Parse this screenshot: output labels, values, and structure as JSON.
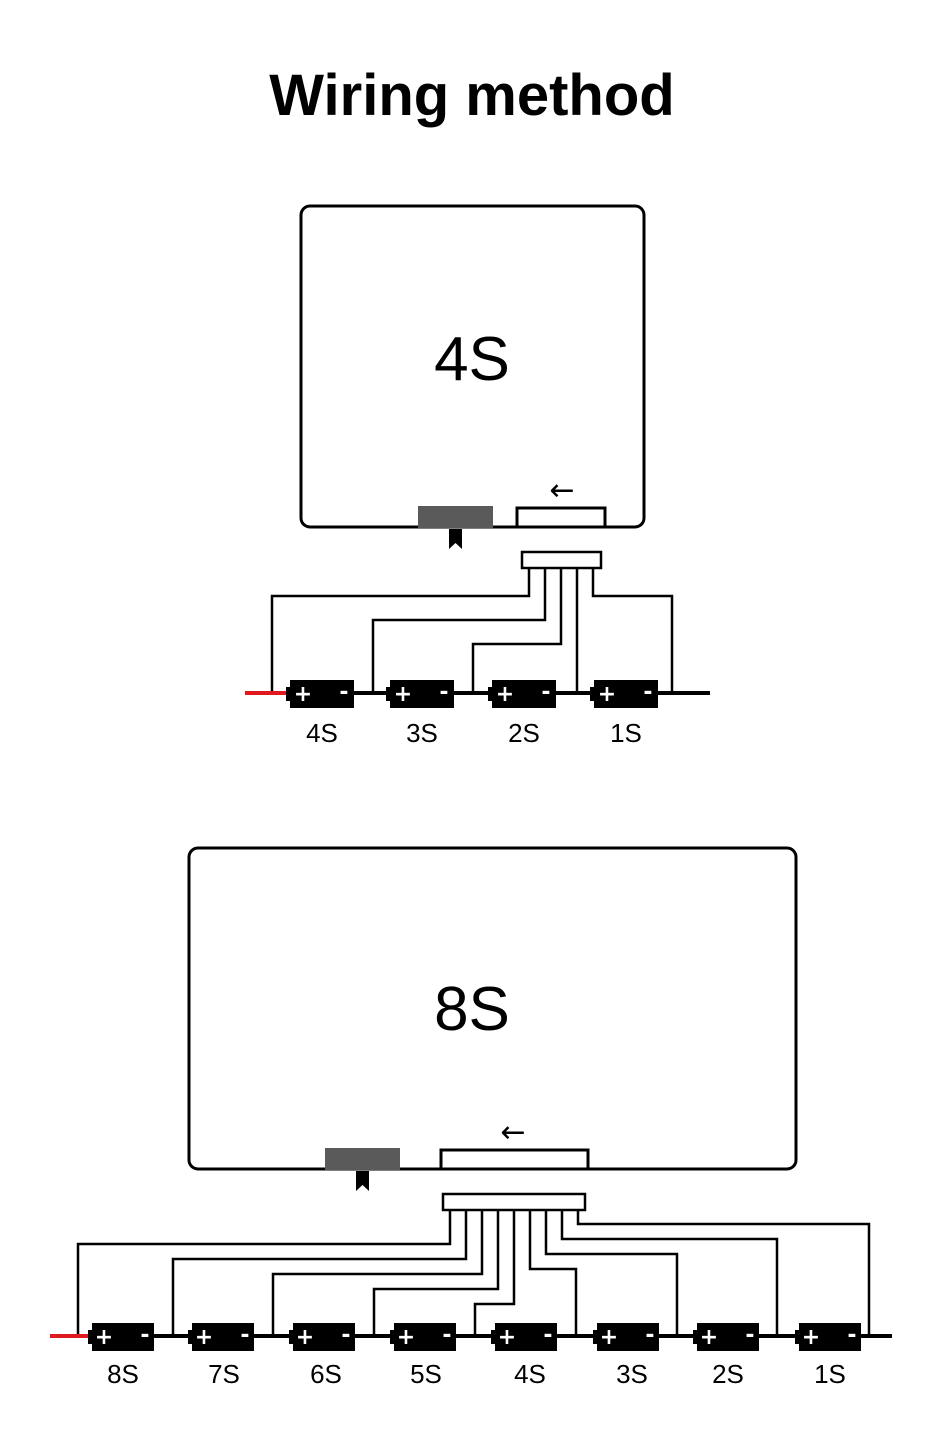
{
  "title": "Wiring method",
  "boards": [
    {
      "label": "4S",
      "arrow": "←",
      "cells": [
        "4S",
        "3S",
        "2S",
        "1S"
      ],
      "plus": "+",
      "minus": "-"
    },
    {
      "label": "8S",
      "arrow": "←",
      "cells": [
        "8S",
        "7S",
        "6S",
        "5S",
        "4S",
        "3S",
        "2S",
        "1S"
      ],
      "plus": "+",
      "minus": "-"
    }
  ],
  "colors": {
    "wire": "#000000",
    "positive_lead": "#e0191e",
    "port": "#5a5a5a",
    "cell": "#000000"
  }
}
